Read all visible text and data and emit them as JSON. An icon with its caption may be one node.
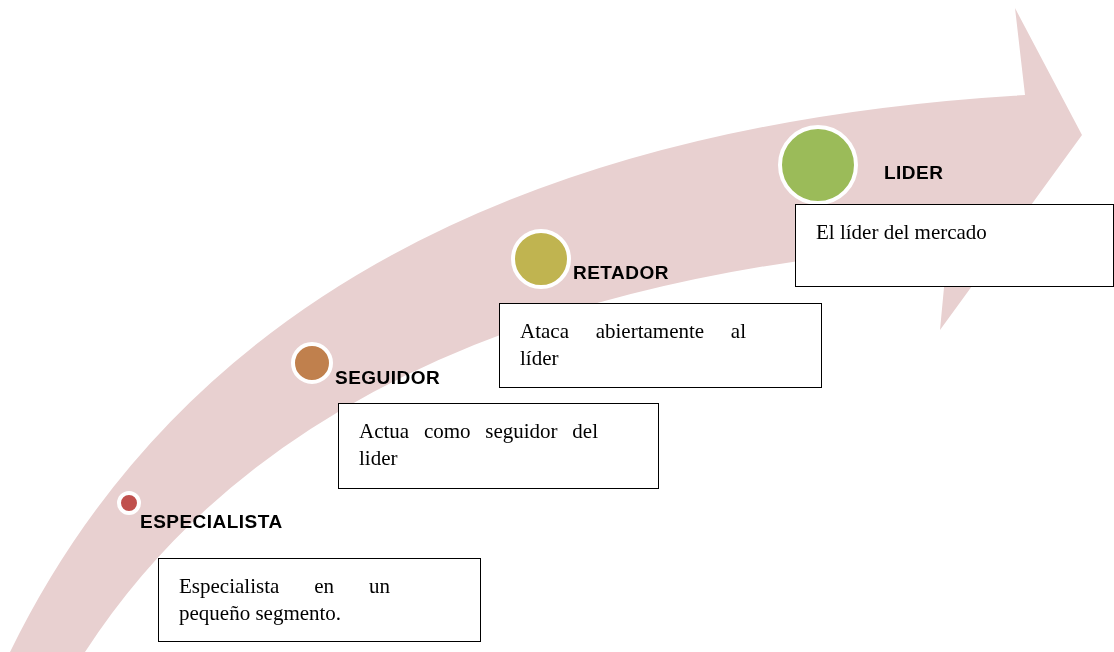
{
  "diagram": {
    "nodes": [
      {
        "text": [],
        "shape": "circle",
        "beside": [
          "ESPECIALISTA"
        ]
      },
      {
        "text": [
          "Especialista en un pequeño segmento."
        ]
      },
      {
        "text": [],
        "shape": "circle",
        "beside": [
          "SEGUIDOR"
        ]
      },
      {
        "text": [
          "Actua como seguidor del lider"
        ]
      },
      {
        "text": [],
        "shape": "circle",
        "beside": [
          "RETADOR"
        ]
      },
      {
        "text": [
          "Ataca abiertamente al líder"
        ]
      },
      {
        "text": [],
        "shape": "circle",
        "beside": [
          "LIDER"
        ]
      },
      {
        "text": [
          "El líder del mercado"
        ]
      }
    ],
    "edges": []
  }
}
